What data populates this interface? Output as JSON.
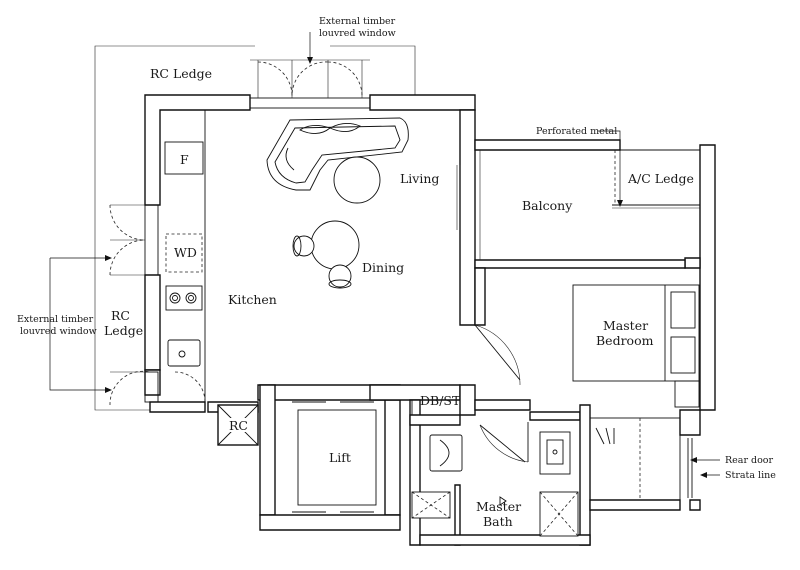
{
  "labels": {
    "rc_ledge_top": "RC Ledge",
    "rc_ledge_left_line1": "RC",
    "rc_ledge_left_line2": "Ledge",
    "window_top_line1": "External timber",
    "window_top_line2": "louvred window",
    "window_left_line1": "External timber",
    "window_left_line2": "louvred window",
    "perforated_metal": "Perforated metal",
    "ac_ledge": "A/C Ledge",
    "balcony": "Balcony",
    "living": "Living",
    "dining": "Dining",
    "kitchen": "Kitchen",
    "fridge": "F",
    "washer_dryer": "WD",
    "master_bedroom_line1": "Master",
    "master_bedroom_line2": "Bedroom",
    "db_st": "DB/ST",
    "rc": "RC",
    "lift": "Lift",
    "master_bath_line1": "Master",
    "master_bath_line2": "Bath",
    "rear_door": "Rear door",
    "strata_line": "Strata line"
  }
}
